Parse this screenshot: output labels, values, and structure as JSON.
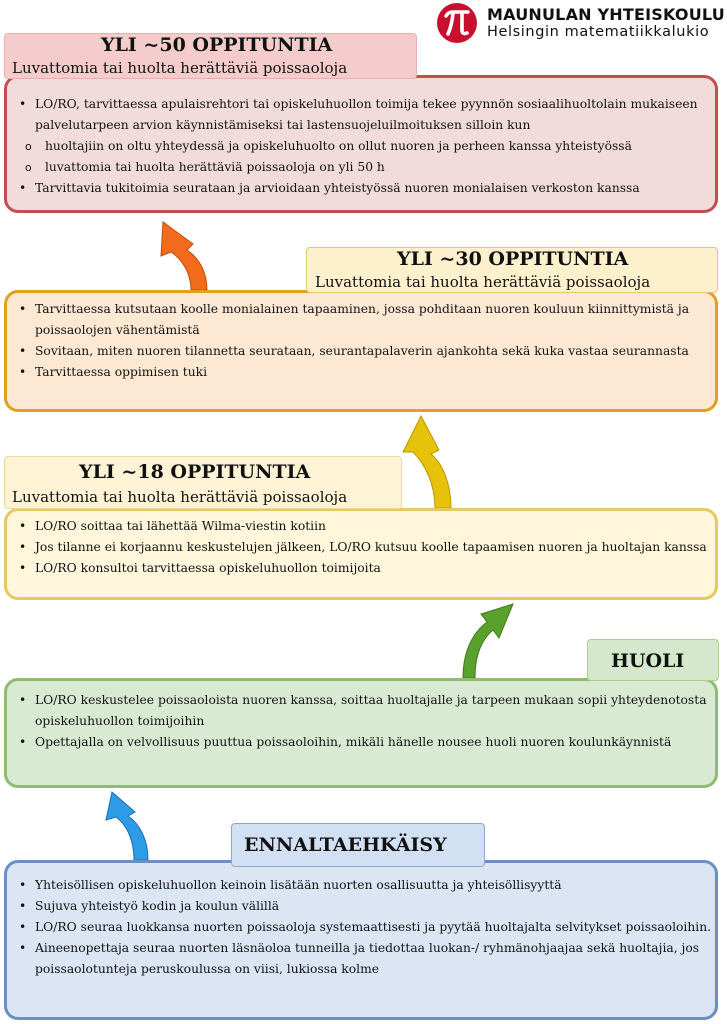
{
  "logo": {
    "name": "MAUNULAN YHTEISKOULU",
    "subtitle": "Helsingin matematiikkalukio",
    "symbol": "π",
    "color": "#c8102e"
  },
  "levels": {
    "l50": {
      "title": "YLI ~50 OPPITUNTIA",
      "subtitle": "Luvattomia tai huolta herättäviä poissaoloja",
      "color": "#c0504d",
      "items": [
        "LO/RO, tarvittaessa apulaisrehtori tai opiskeluhuollon toimija tekee pyynnön sosiaalihuoltolain mukaiseen palvelutarpeen arvion käynnistämiseksi tai lastensuojeluilmoituksen silloin kun",
        "Tarvittavia tukitoimia seurataan ja arvioidaan yhteistyössä nuoren monialaisen verkoston kanssa"
      ],
      "subitems": [
        "huoltajiin on oltu yhteydessä ja opiskeluhuolto on ollut nuoren ja perheen kanssa yhteistyössä",
        "luvattomia tai huolta herättäviä poissaoloja on yli 50 h"
      ]
    },
    "l30": {
      "title": "YLI ~30 OPPITUNTIA",
      "subtitle": "Luvattomia tai huolta herättäviä poissaoloja",
      "color": "#e0a020",
      "items": [
        "Tarvittaessa kutsutaan koolle monialainen tapaaminen, jossa pohditaan nuoren kouluun kiinnittymistä ja poissaolojen vähentämistä",
        "Sovitaan, miten nuoren tilannetta seurataan, seurantapalaverin ajankohta sekä kuka vastaa seurannasta",
        "Tarvittaessa oppimisen tuki"
      ]
    },
    "l18": {
      "title": "YLI ~18 OPPITUNTIA",
      "subtitle": "Luvattomia tai huolta herättäviä poissaoloja",
      "color": "#e8c860",
      "items": [
        "LO/RO soittaa tai lähettää Wilma-viestin kotiin",
        "Jos tilanne ei korjaannu keskustelujen jälkeen, LO/RO kutsuu koolle tapaamisen nuoren ja huoltajan kanssa",
        "LO/RO konsultoi tarvittaessa opiskeluhuollon toimijoita"
      ]
    },
    "huoli": {
      "title": "HUOLI",
      "color": "#70ad47",
      "items": [
        "LO/RO keskustelee poissaoloista nuoren kanssa, soittaa huoltajalle ja tarpeen mukaan sopii yhteydenotosta opiskeluhuollon toimijoihin",
        "Opettajalla on velvollisuus puuttua poissaoloihin, mikäli hänelle nousee huoli nuoren koulunkäynnistä"
      ]
    },
    "ennalta": {
      "title": "ENNALTAEHKÄISY",
      "color": "#4f81bd",
      "items": [
        "Yhteisöllisen opiskeluhuollon keinoin lisätään nuorten osallisuutta ja yhteisöllisyyttä",
        "Sujuva yhteistyö kodin ja koulun välillä",
        "LO/RO seuraa luokkansa nuorten poissaoloja systemaattisesti ja pyytää huoltajalta selvitykset poissaoloihin.",
        "Aineenopettaja seuraa nuorten läsnäoloa tunneilla ja tiedottaa luokan-/ ryhmänohjaajaa sekä huoltajia, jos poissaolotunteja peruskoulussa on viisi, lukiossa kolme"
      ]
    }
  },
  "arrows": [
    {
      "name": "arrow-blue",
      "color": "#2e9be6"
    },
    {
      "name": "arrow-green",
      "color": "#5aa02c"
    },
    {
      "name": "arrow-yellow",
      "color": "#e6c30a"
    },
    {
      "name": "arrow-orange",
      "color": "#f26a1b"
    }
  ]
}
